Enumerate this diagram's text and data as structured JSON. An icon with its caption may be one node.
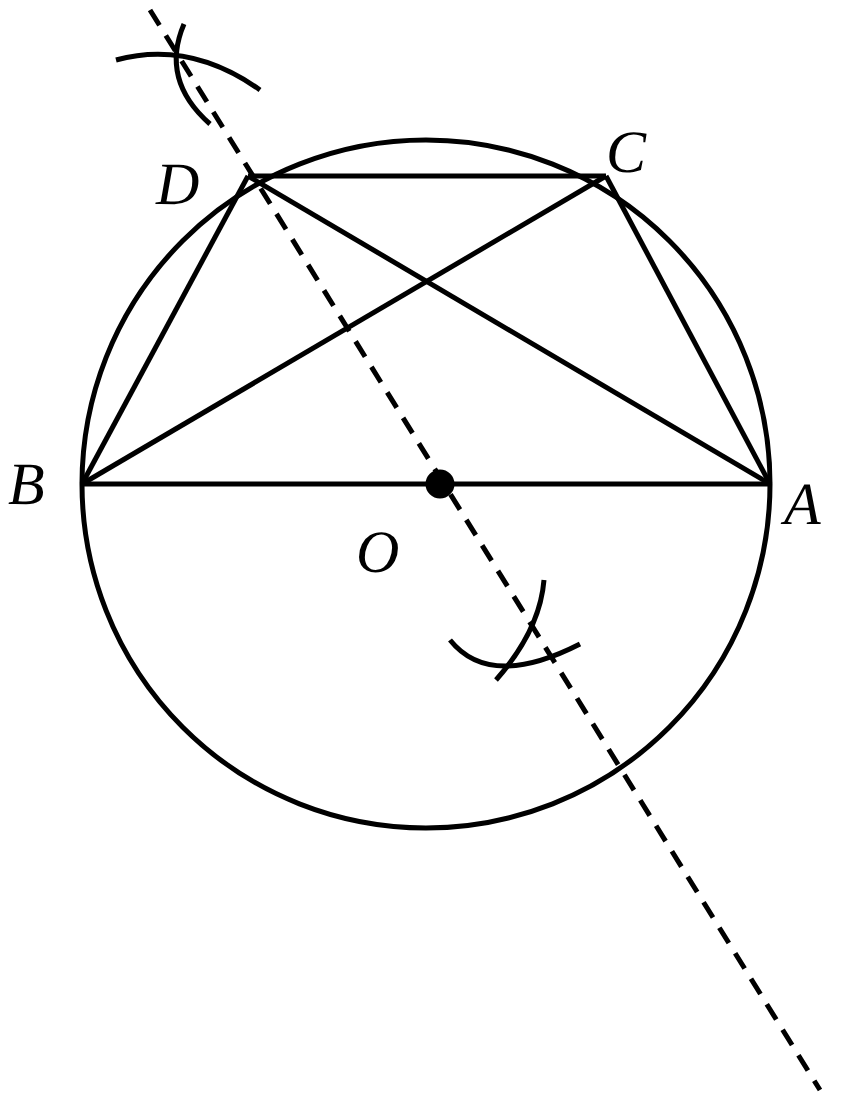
{
  "diagram": {
    "labels": [
      "D",
      "C",
      "B",
      "A",
      "O"
    ]
  }
}
